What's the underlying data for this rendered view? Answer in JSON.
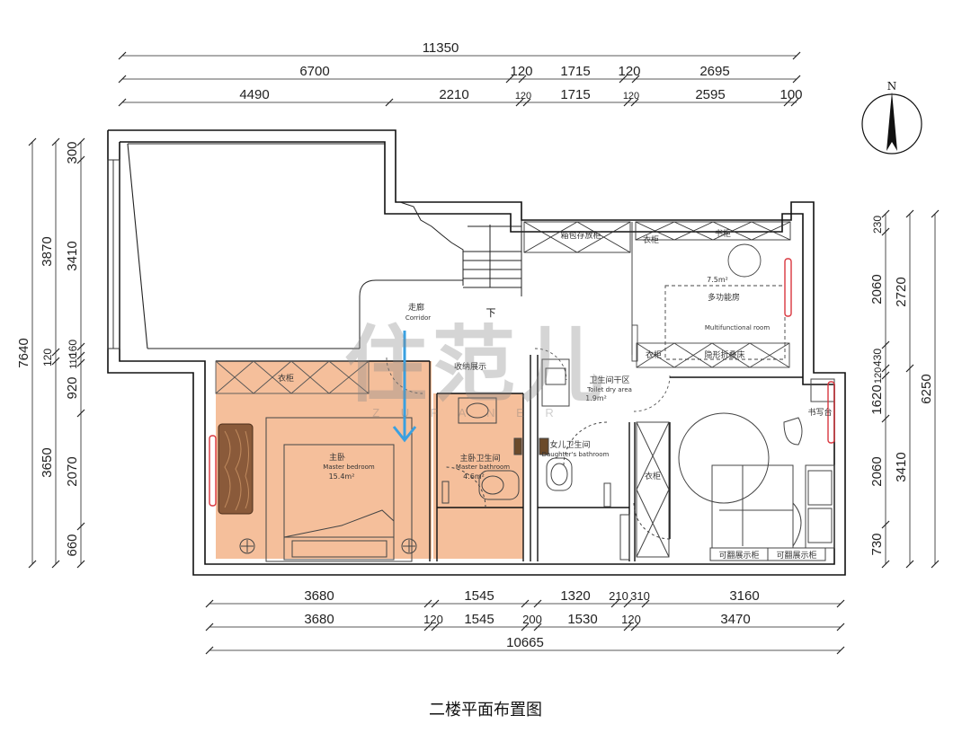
{
  "caption": "二楼平面布置图",
  "compass": {
    "north": "N"
  },
  "watermark": {
    "main": "住范儿",
    "sub": "Z U F A N E R"
  },
  "dimensions": {
    "top_total": "11350",
    "top_row2": [
      "6700",
      "120",
      "1715",
      "120",
      "2695"
    ],
    "top_row3": [
      "4490",
      "2210",
      "120",
      "1715",
      "120",
      "2595",
      "100"
    ],
    "bottom_row1": [
      "3680",
      "120",
      "1545",
      "120",
      "1320",
      "210",
      "310",
      "3160"
    ],
    "bottom_row2": [
      "3680",
      "120",
      "1545",
      "200",
      "1530",
      "120",
      "3470"
    ],
    "bottom_total": "10665",
    "left_total": "7640",
    "left_row2": [
      "3870",
      "120",
      "3650"
    ],
    "left_row3": [
      "300",
      "3410",
      "160",
      "110",
      "920",
      "2070",
      "660"
    ],
    "right_row1": [
      "230",
      "2060",
      "430",
      "120",
      "1620",
      "2060",
      "730"
    ],
    "right_row2": [
      "2720",
      "3410"
    ],
    "right_total": "6250"
  },
  "rooms": {
    "corridor_cn": "走廊",
    "corridor_en": "Corridor",
    "down": "下",
    "storage_display": "收纳展示",
    "bag_storage": "箱包存放柜",
    "wardrobe": "衣柜",
    "cabinet": "书柜",
    "multi_area": "7.5m²",
    "multi_cn": "多功能房",
    "multi_en": "Multifunctional room",
    "hidden_bed": "隐形折叠床",
    "wardrobe2": "衣柜",
    "dry_area_cn": "卫生间干区",
    "dry_area_en": "Toilet dry area",
    "dry_area_m": "1.9m²",
    "master_wardrobe": "衣柜",
    "master_cn": "主卧",
    "master_en": "Master bedroom",
    "master_m": "15.4m²",
    "master_bath_cn": "主卧卫生间",
    "master_bath_en": "Master bathroom",
    "master_bath_m": "4.6m²",
    "daughter_bath_cn": "女儿卫生间",
    "daughter_bath_en": "Daughter's bathroom",
    "desk": "书写台",
    "wardrobe3": "衣柜",
    "shelf1": "可翻展示柜",
    "shelf2": "可翻展示柜"
  },
  "colors": {
    "highlight": "#f3b48a",
    "arrow": "#3aa0e0",
    "wall": "#111111",
    "bed_wood": "#8a5a3a",
    "window_red": "#d9363e"
  }
}
